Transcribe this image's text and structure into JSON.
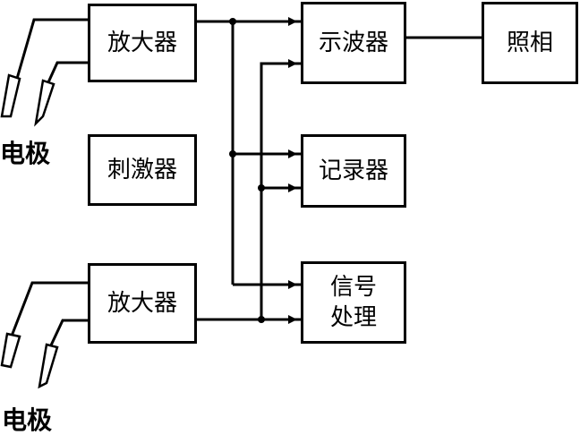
{
  "diagram": {
    "nodes": {
      "amp1": "放大器",
      "stim": "刺激器",
      "amp2": "放大器",
      "scope": "示波器",
      "recorder": "记录器",
      "signal_line1": "信号",
      "signal_line2": "处理",
      "photo": "照相"
    },
    "electrode_label_top": "电极",
    "electrode_label_bottom": "电极"
  }
}
